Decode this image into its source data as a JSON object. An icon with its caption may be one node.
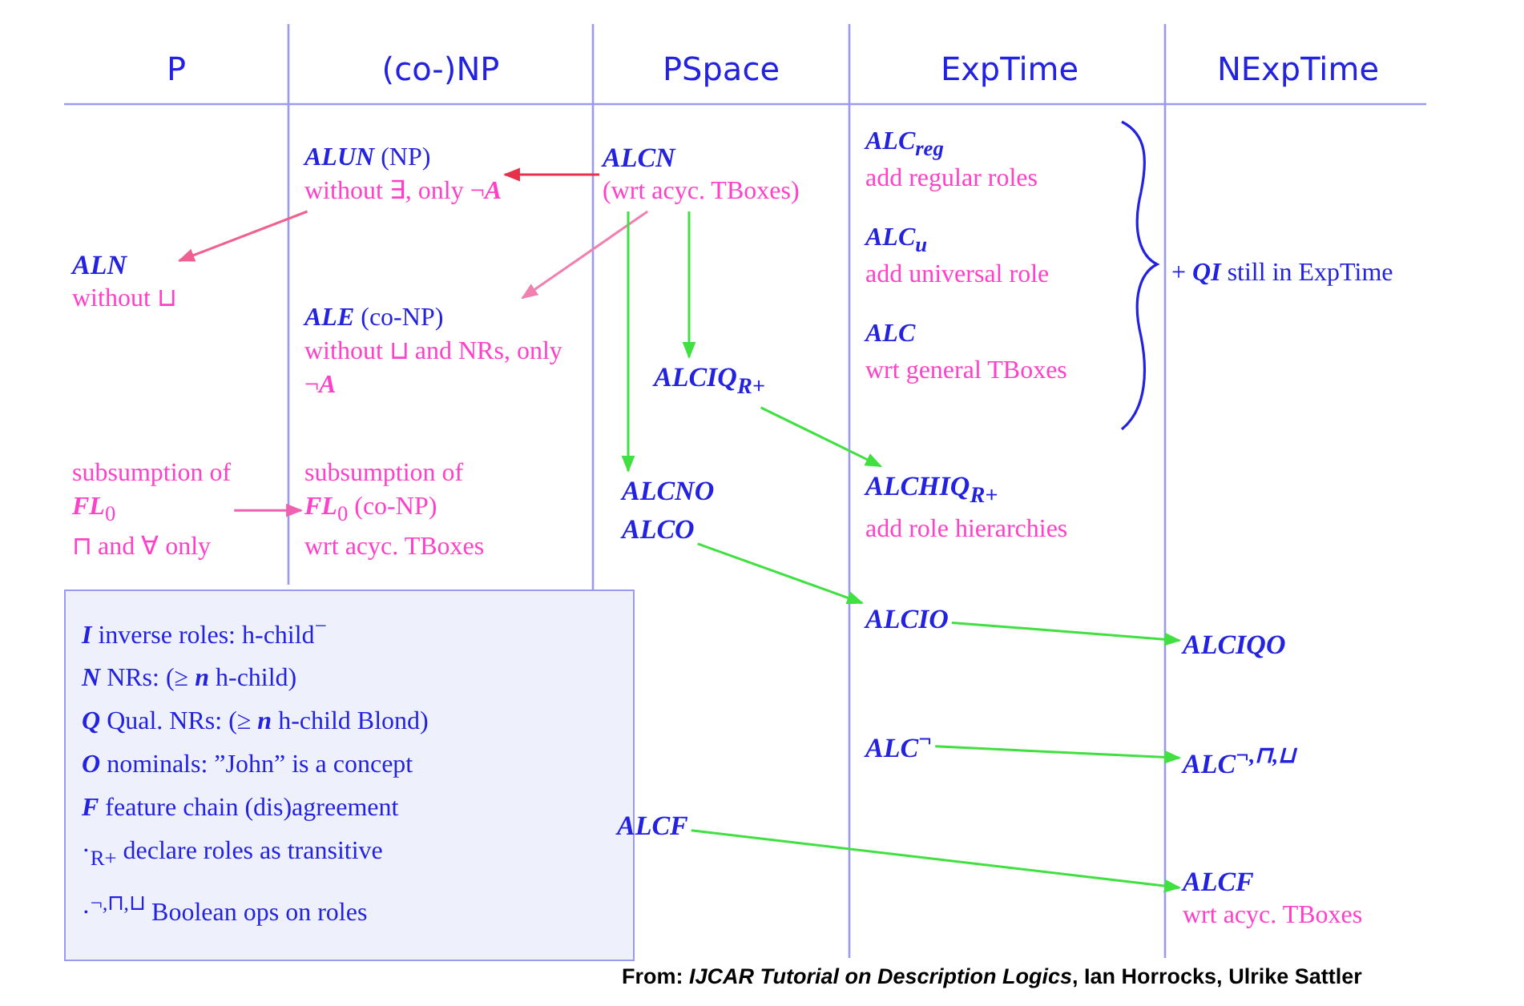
{
  "diagram": {
    "caption": "From: *IJCAR Tutorial on Description Logics*, Ian Horrocks, Ulrike Sattler",
    "nodes": [
      {
        "text": [
          "**ALUN** (NP)",
          "without ∃, only ¬**A**"
        ]
      },
      {
        "text": [
          "ALCN",
          "(wrt acyc. TBoxes)"
        ]
      },
      {
        "text": [
          "ALN",
          "without ⊔"
        ]
      },
      {
        "text": [
          "**ALE** (co-NP)",
          "without ⊔ and NRs, only ¬**A**"
        ]
      },
      {
        "text": [
          "ALCIQ$_{R+}$"
        ]
      },
      {
        "text": [
          "subsumption of",
          "**FL**$_{0}$",
          "⊓ and ∀ only"
        ]
      },
      {
        "text": [
          "subsumption of",
          "**FL**$_{0}$ (co-NP)",
          "wrt acyc. TBoxes"
        ]
      },
      {
        "text": [
          "ALCNO"
        ]
      },
      {
        "text": [
          "ALCO"
        ]
      },
      {
        "text": [
          "ALCHIQ$_{R+}$",
          "add role hierarchies"
        ]
      },
      {
        "text": [
          "**I** inverse roles: h-child$^{−}$",
          "**N** NRs: (≥ **n** h-child)",
          "**Q** Qual. NRs: (≥ **n** h-child Blond)",
          "**O** nominals: ”John” is a concept",
          "**F** feature chain (dis)agreement",
          "·$_{R+}$ declare roles as transitive",
          "·$^{¬,⊓,⊔}$ Boolean ops on roles"
        ]
      },
      {
        "text": [
          "ALCIO"
        ]
      },
      {
        "text": [
          "ALCIQO"
        ]
      },
      {
        "text": [
          "ALC$^{¬}$"
        ]
      },
      {
        "text": [
          "ALC$^{¬,⊓,⊔}$"
        ]
      },
      {
        "text": [
          "ALCF"
        ]
      },
      {
        "text": [
          "ALCF",
          "wrt acyc. TBoxes"
        ]
      }
    ],
    "edges": [
      {
        "from": 1,
        "to": 0,
        "arrow": "to",
        "color": "#e8304a"
      },
      {
        "from": 1,
        "to": 3,
        "arrow": "to",
        "color": "#f080b0"
      },
      {
        "from": 0,
        "to": 2,
        "arrow": "to",
        "color": "#f06090"
      },
      {
        "from": 1,
        "to": 4,
        "arrow": "to"
      },
      {
        "from": 1,
        "to": 7,
        "arrow": "to"
      },
      {
        "from": 4,
        "to": 9,
        "arrow": "to"
      },
      {
        "from": 8,
        "to": 11,
        "arrow": "to"
      },
      {
        "from": 11,
        "to": 12,
        "arrow": "to"
      },
      {
        "from": 13,
        "to": 14,
        "arrow": "to"
      },
      {
        "from": 15,
        "to": 16,
        "arrow": "to"
      },
      {
        "from": 5,
        "to": 6,
        "arrow": "to",
        "color": "#f060b0"
      }
    ],
    "labels": [
      "P",
      "(co-)NP",
      "PSpace",
      "ExpTime",
      "NExpTime",
      "ALC$_{reg}$",
      "add regular roles",
      "ALC$_{u}$",
      "add universal role",
      "ALC",
      "wrt general TBoxes",
      "+ **QI** still in ExpTime"
    ]
  }
}
